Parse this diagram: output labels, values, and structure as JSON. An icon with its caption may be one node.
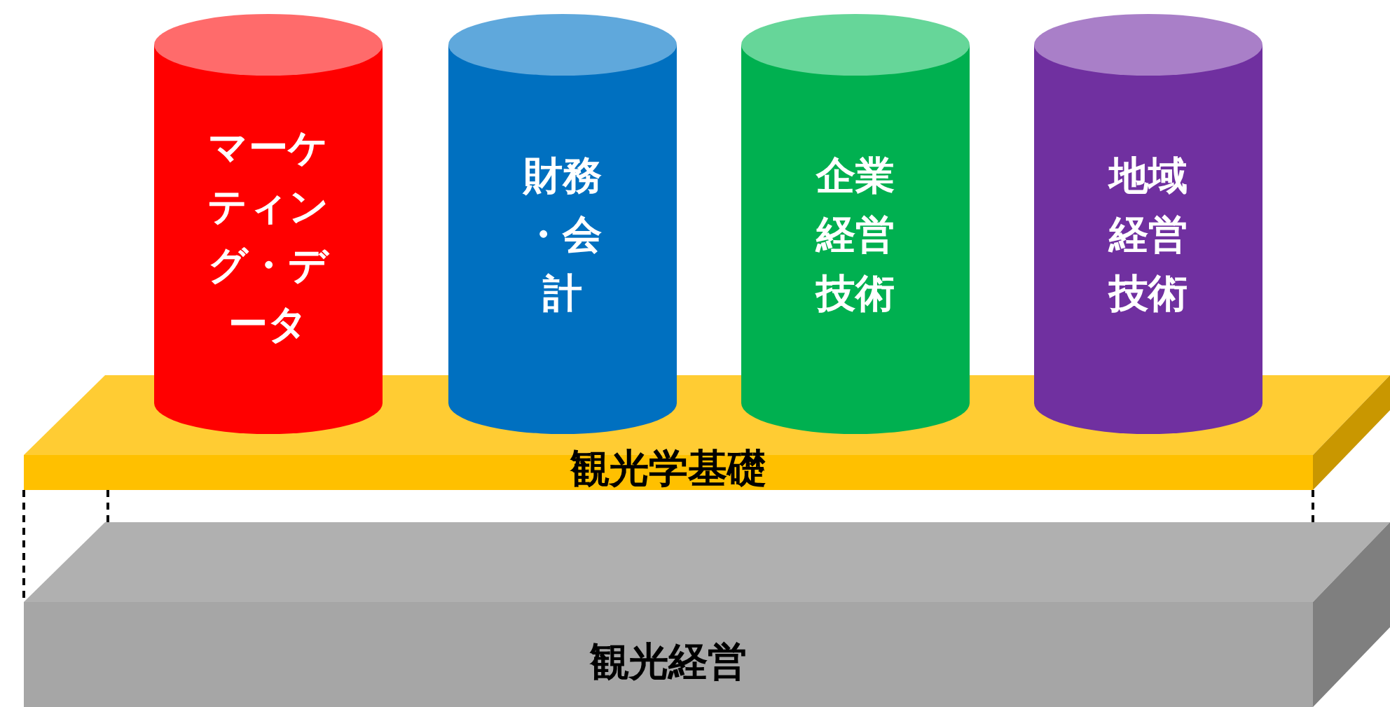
{
  "diagram": {
    "nodes": [
      {
        "text": [
          "マーケティング・データ"
        ]
      },
      {
        "text": [
          "財務・会計"
        ]
      },
      {
        "text": [
          "企業経営技術"
        ]
      },
      {
        "text": [
          "地域経営技術"
        ]
      },
      {
        "text": [
          "観光学基礎"
        ]
      },
      {
        "text": [
          "観光経営"
        ]
      }
    ],
    "edges": [
      {
        "from": 4,
        "to": 5,
        "arrow": "none",
        "style": "dashed"
      },
      {
        "from": 4,
        "to": 5,
        "arrow": "none",
        "style": "dashed"
      },
      {
        "from": 4,
        "to": 5,
        "arrow": "none",
        "style": "dashed"
      }
    ]
  }
}
